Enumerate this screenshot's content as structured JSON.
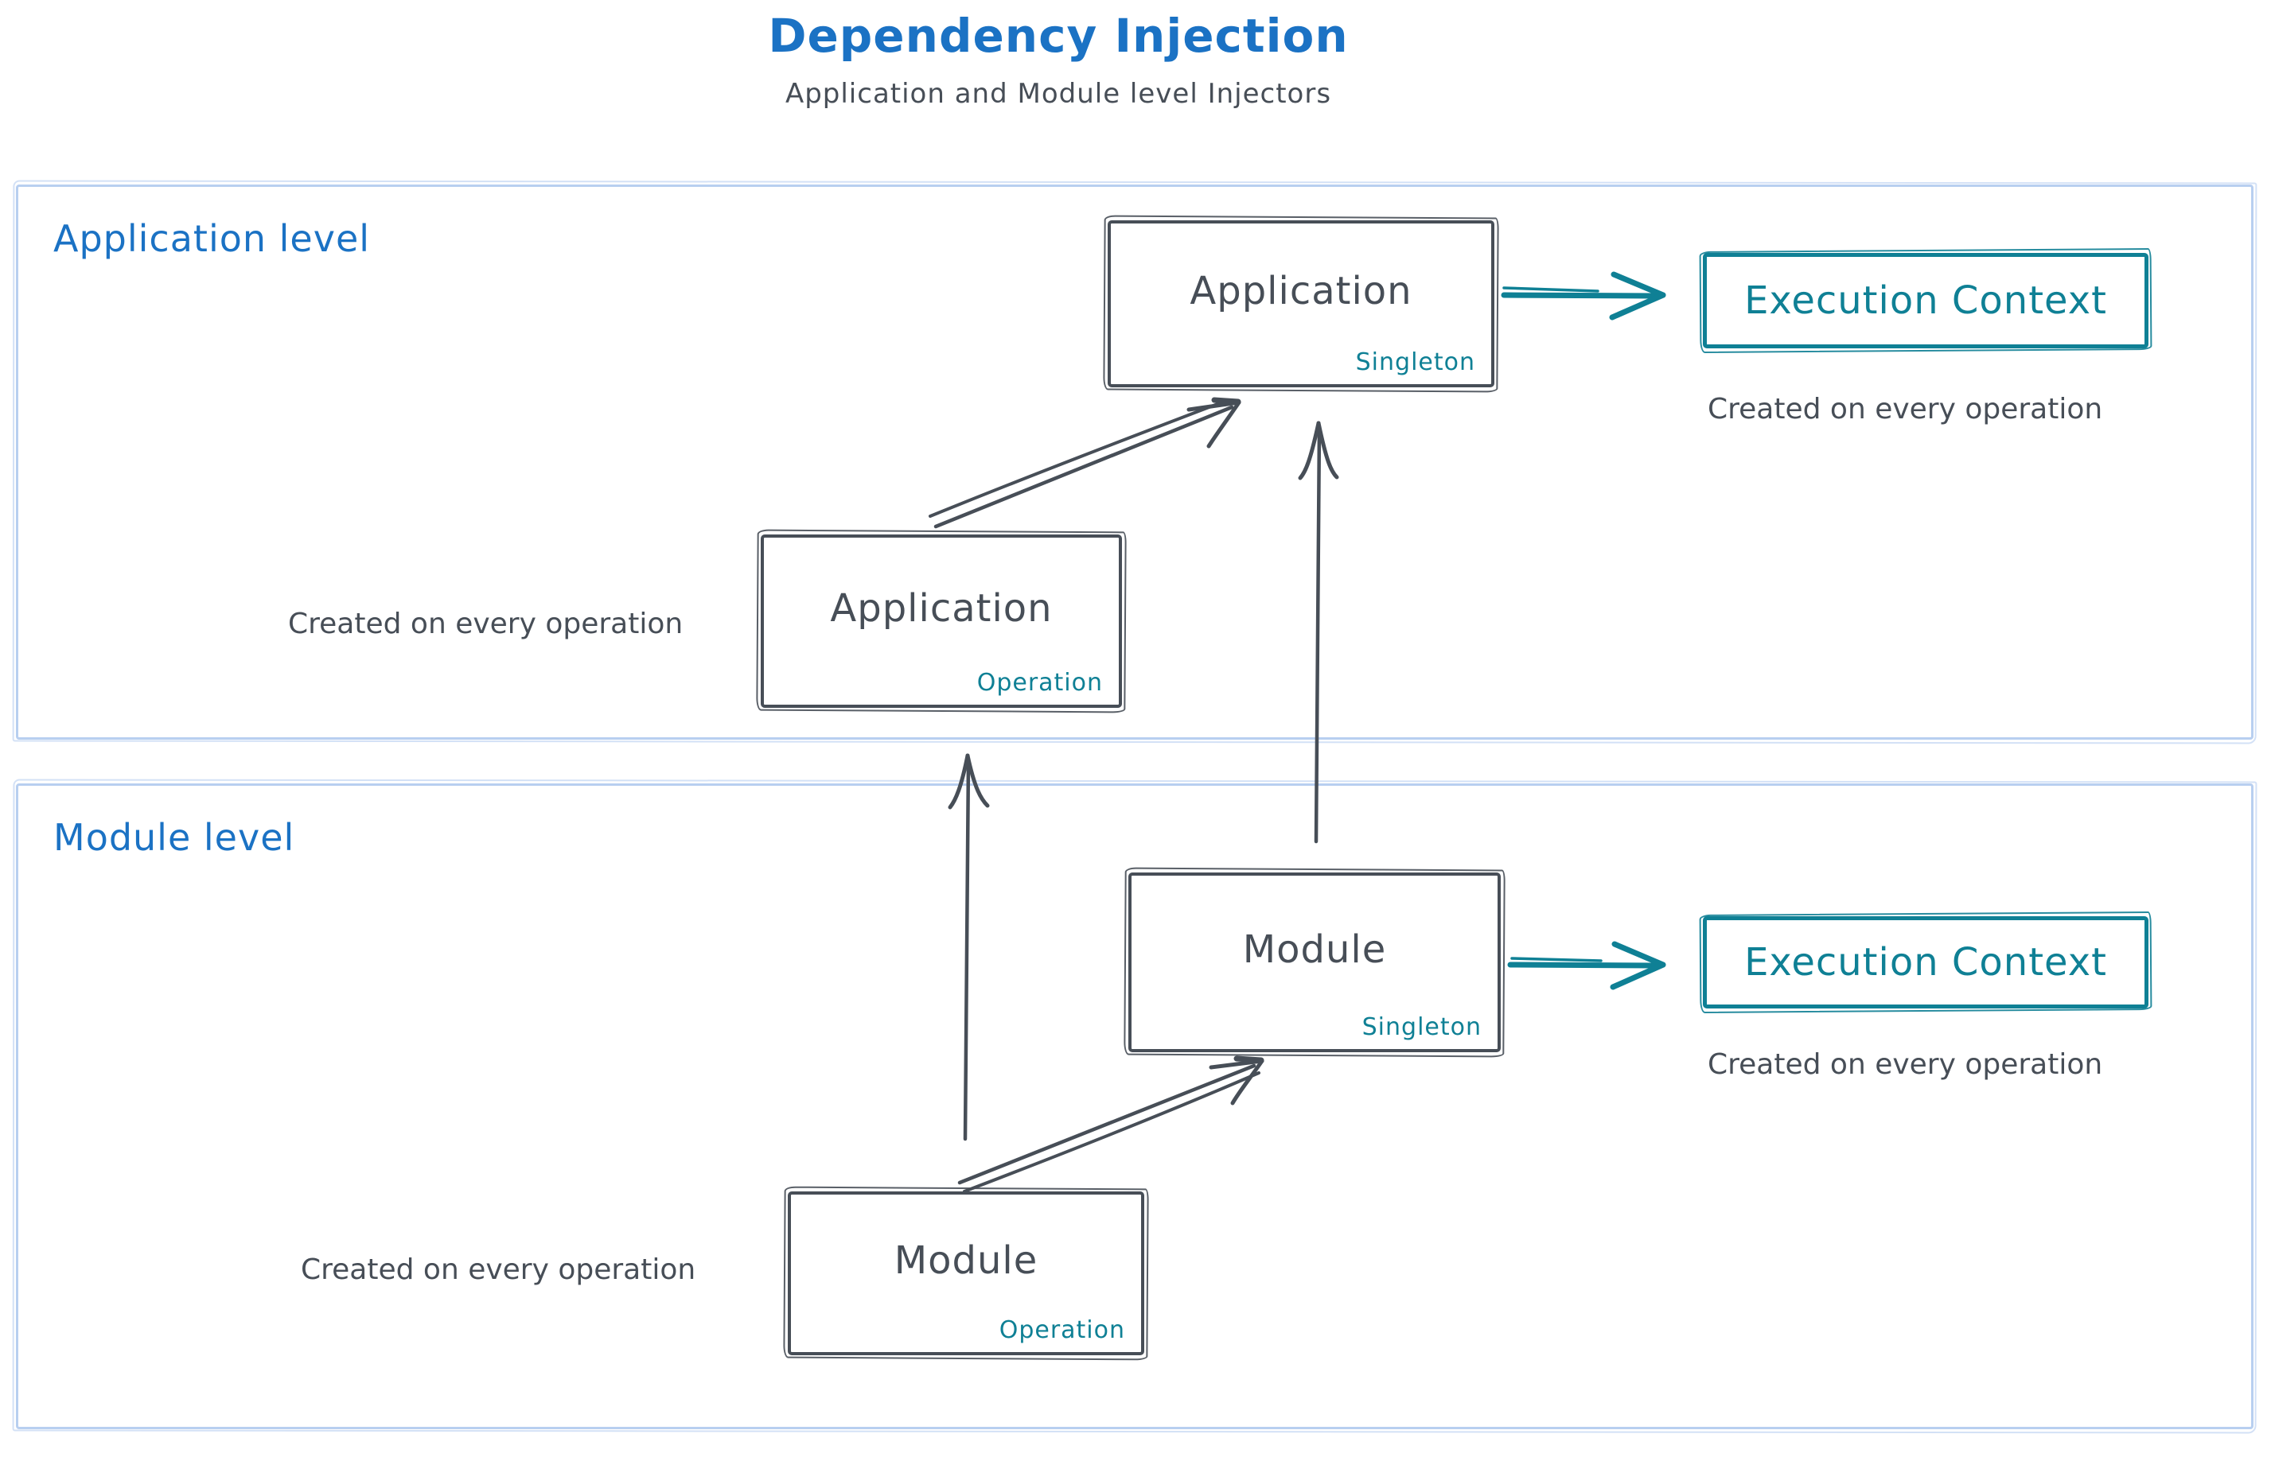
{
  "page": {
    "title": "Dependency Injection",
    "subtitle": "Application and Module level Injectors"
  },
  "colors": {
    "heading_blue": "#1b72c4",
    "stroke_dark": "#474e57",
    "accent_teal": "#0f8095",
    "section_border": "#b8cff0"
  },
  "sections": {
    "application": {
      "label": "Application level",
      "singleton_box": {
        "title": "Application",
        "badge": "Singleton"
      },
      "operation_box": {
        "title": "Application",
        "badge": "Operation"
      },
      "execution_box": {
        "title": "Execution Context"
      },
      "operation_caption": "Created on every operation",
      "execution_caption": "Created on every operation"
    },
    "module": {
      "label": "Module level",
      "singleton_box": {
        "title": "Module",
        "badge": "Singleton"
      },
      "operation_box": {
        "title": "Module",
        "badge": "Operation"
      },
      "execution_box": {
        "title": "Execution Context"
      },
      "operation_caption": "Created on every operation",
      "execution_caption": "Created on every operation"
    }
  }
}
